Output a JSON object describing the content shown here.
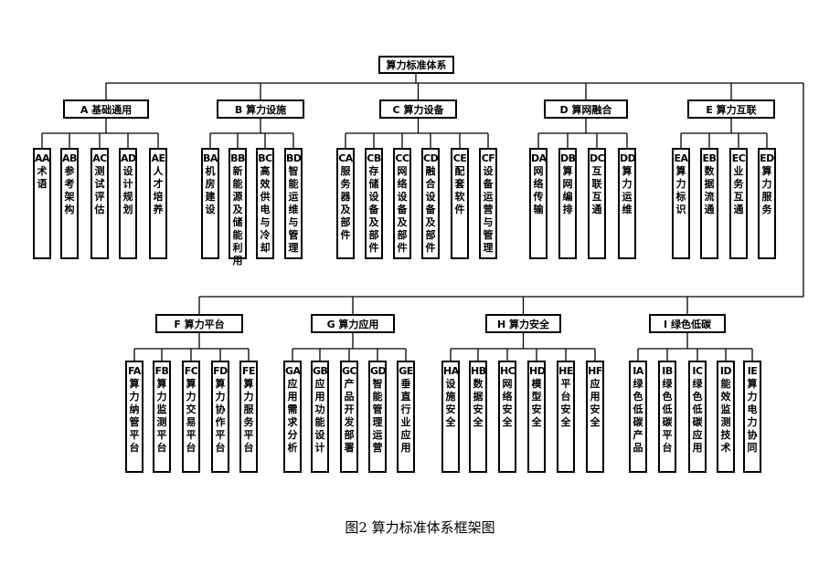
{
  "root": {
    "label": "算力标准体系"
  },
  "row1": [
    {
      "code": "A",
      "title": "基础通用",
      "children": [
        {
          "code": "AA",
          "label": "术语"
        },
        {
          "code": "AB",
          "label": "参考架构"
        },
        {
          "code": "AC",
          "label": "测试评估"
        },
        {
          "code": "AD",
          "label": "设计规划"
        },
        {
          "code": "AE",
          "label": "人才培养"
        }
      ]
    },
    {
      "code": "B",
      "title": "算力设施",
      "children": [
        {
          "code": "BA",
          "label": "机房建设"
        },
        {
          "code": "BB",
          "label": "新能源及储能利用"
        },
        {
          "code": "BC",
          "label": "高效供电与冷却"
        },
        {
          "code": "BD",
          "label": "智能运维与管理"
        }
      ]
    },
    {
      "code": "C",
      "title": "算力设备",
      "children": [
        {
          "code": "CA",
          "label": "服务器及部件"
        },
        {
          "code": "CB",
          "label": "存储设备及部件"
        },
        {
          "code": "CC",
          "label": "网络设备及部件"
        },
        {
          "code": "CD",
          "label": "融合设备及部件"
        },
        {
          "code": "CE",
          "label": "配套软件"
        },
        {
          "code": "CF",
          "label": "设备运营与管理"
        }
      ]
    },
    {
      "code": "D",
      "title": "算网融合",
      "children": [
        {
          "code": "DA",
          "label": "网络传输"
        },
        {
          "code": "DB",
          "label": "算网编排"
        },
        {
          "code": "DC",
          "label": "互联互通"
        },
        {
          "code": "DD",
          "label": "算力运维"
        }
      ]
    },
    {
      "code": "E",
      "title": "算力互联",
      "children": [
        {
          "code": "EA",
          "label": "算力标识"
        },
        {
          "code": "EB",
          "label": "数据流通"
        },
        {
          "code": "EC",
          "label": "业务互通"
        },
        {
          "code": "ED",
          "label": "算力服务"
        }
      ]
    }
  ],
  "row2": [
    {
      "code": "F",
      "title": "算力平台",
      "children": [
        {
          "code": "FA",
          "label": "算力纳管平台"
        },
        {
          "code": "FB",
          "label": "算力监测平台"
        },
        {
          "code": "FC",
          "label": "算力交易平台"
        },
        {
          "code": "FD",
          "label": "算力协作平台"
        },
        {
          "code": "FE",
          "label": "算力服务平台"
        }
      ]
    },
    {
      "code": "G",
      "title": "算力应用",
      "children": [
        {
          "code": "GA",
          "label": "应用需求分析"
        },
        {
          "code": "GB",
          "label": "应用功能设计"
        },
        {
          "code": "GC",
          "label": "产品开发部署"
        },
        {
          "code": "GD",
          "label": "智能管理运营"
        },
        {
          "code": "GE",
          "label": "垂直行业应用"
        }
      ]
    },
    {
      "code": "H",
      "title": "算力安全",
      "children": [
        {
          "code": "HA",
          "label": "设施安全"
        },
        {
          "code": "HB",
          "label": "数据安全"
        },
        {
          "code": "HC",
          "label": "网络安全"
        },
        {
          "code": "HD",
          "label": "模型安全"
        },
        {
          "code": "HE",
          "label": "平台安全"
        },
        {
          "code": "HF",
          "label": "应用安全"
        }
      ]
    },
    {
      "code": "I",
      "title": "绿色低碳",
      "children": [
        {
          "code": "IA",
          "label": "绿色低碳产品"
        },
        {
          "code": "IB",
          "label": "绿色低碳平台"
        },
        {
          "code": "IC",
          "label": "绿色低碳应用"
        },
        {
          "code": "ID",
          "label": "能效监测技术"
        },
        {
          "code": "IE",
          "label": "算力电力协同"
        }
      ]
    }
  ],
  "caption": "图2  算力标准体系框架图"
}
